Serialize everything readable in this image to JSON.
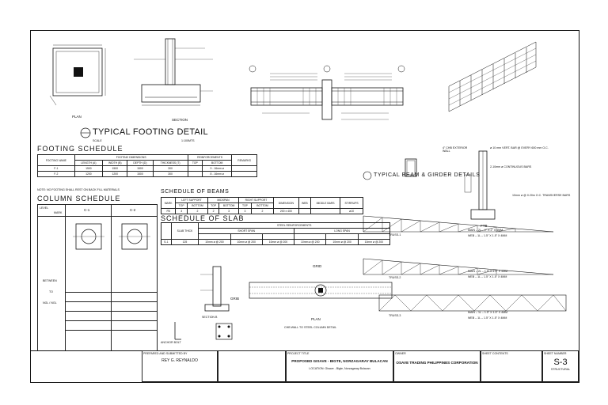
{
  "footing_detail": {
    "title": "TYPICAL FOOTING DETAIL",
    "scale": "SCALE",
    "scale_value": "1:100MTS",
    "plan_label": "PLAN",
    "section_label": "SECTION"
  },
  "footing_schedule": {
    "title": "FOOTING SCHEDULE",
    "group_dims": "FOOTING DIMENSIONS",
    "group_reinf": "REINFORCEMENTS",
    "headers": [
      "FOOTING NAME",
      "LENGTH (A)",
      "WIDTH (B)",
      "DEPTH (D)",
      "THICKNESS (T)",
      "TOP",
      "BOTTOM",
      "REMARKS"
    ],
    "rows": [
      [
        "F-1",
        "1500",
        "1500",
        "1500",
        "300",
        "",
        "9 - 16mm ø",
        ""
      ],
      [
        "F-2",
        "1200",
        "1200",
        "1500",
        "300",
        "",
        "8 - 16mm ø",
        ""
      ]
    ],
    "note": "NOTE: NO FOOTING SHALL REST ON BACK FILL MATERIALS"
  },
  "column_schedule": {
    "title": "COLUMN SCHEDULE",
    "level_label": "LEVEL",
    "mark_label": "MARK",
    "columns": [
      "C-1",
      "C-2"
    ],
    "row_label_lines": [
      "BETWEEN",
      "TO",
      "NGL / NGL"
    ]
  },
  "beam_schedule": {
    "title": "SCHEDULE OF BEAMS",
    "headers": [
      "MARK",
      "LEFT SUPPORT",
      "MIDSPAN",
      "RIGHT SUPPORT",
      "DIMENSION",
      "WEB",
      "MIDDLE BARS",
      "STIRRUPS"
    ],
    "sub_headers": [
      "TOP",
      "BOTTOM",
      "TOP",
      "BOTTOM",
      "TOP",
      "BOTTOM"
    ],
    "row": [
      "FB",
      "3",
      "2",
      "2",
      "3",
      "3",
      "2",
      "200 x 400",
      "",
      "",
      "ø10"
    ]
  },
  "beam_detail": {
    "title": "TYPICAL BEAM & GIRDER DETAILS"
  },
  "slab_schedule": {
    "title": "SCHEDULE OF SLAB",
    "steel_header": "STEEL REINFORCEMENTS",
    "short_span": "SHORT SPAN",
    "long_span": "LONG SPAN",
    "thick_label": "SLAB THICK",
    "row": [
      "S-1",
      "125",
      "10mm ø @ 200",
      "10mm ø @ 200",
      "10mm ø @ 200",
      "10mm ø @ 200",
      "10mm ø @ 200",
      "10mm ø @ 200"
    ]
  },
  "right_details": {
    "chb_label": "4\" CHB EXTERIOR WALL",
    "rebar_vert": "ø 10 mm VERT. BAR @ EVERY 600 mm O.C.",
    "rebar_horiz": "2-10mm ø CONTINUOUS BARS",
    "ftb_label": "FTB",
    "tie_label": "10mm ø @ 0.20m O.C. TRANSVERSE BARS"
  },
  "trusses": [
    {
      "name": "TRUSS-1",
      "lines": [
        "MAIN – 2L – 2\" X 2\" X 4MM",
        "WEB – 1L – 1.5\" X 1.5\" X 4MM"
      ]
    },
    {
      "name": "TRUSS-2",
      "lines": [
        "MAIN – 2L – 1.5\" X 1.5\" X 4MM",
        "WEB – 1L – 1.5\" X 1.5\" X 4MM"
      ]
    },
    {
      "name": "TRUSS-3",
      "lines": [
        "MAIN – 1L – 1.5\" X 1.5\" X 4MM",
        "WEB – 1L – 1.5\" X 1.5\" X 4MM"
      ]
    }
  ],
  "grid_details": {
    "grid_label": "GRID",
    "grib_label": "GRIB",
    "plan_label": "PLAN",
    "section_b": "SECTION B",
    "anchor_bolt": "ANCHOR BOLT",
    "wall_detail": "CHB WALL TO STEEL COLUMN DETAIL"
  },
  "title_block": {
    "prepared_by_label": "PREPARED AND SUBMITTED BY",
    "engineer": "REY G. REYNALDO",
    "project_title_label": "PROJECT TITLE",
    "project_title": "PROPOSED GISAVE - BIGTE, NORZAGARAY BULACAN",
    "location": "LOCATION: Gisave - Bigte, Norzagaray Bulacan",
    "owner_label": "OWNER",
    "owner": "OSAVE TRADING PHILIPPINES CORPORATION",
    "sheet_contents_label": "SHEET CONTENTS",
    "sheet_number_label": "SHEET NUMBER",
    "sheet_number": "S-3",
    "discipline": "STRUCTURAL"
  }
}
